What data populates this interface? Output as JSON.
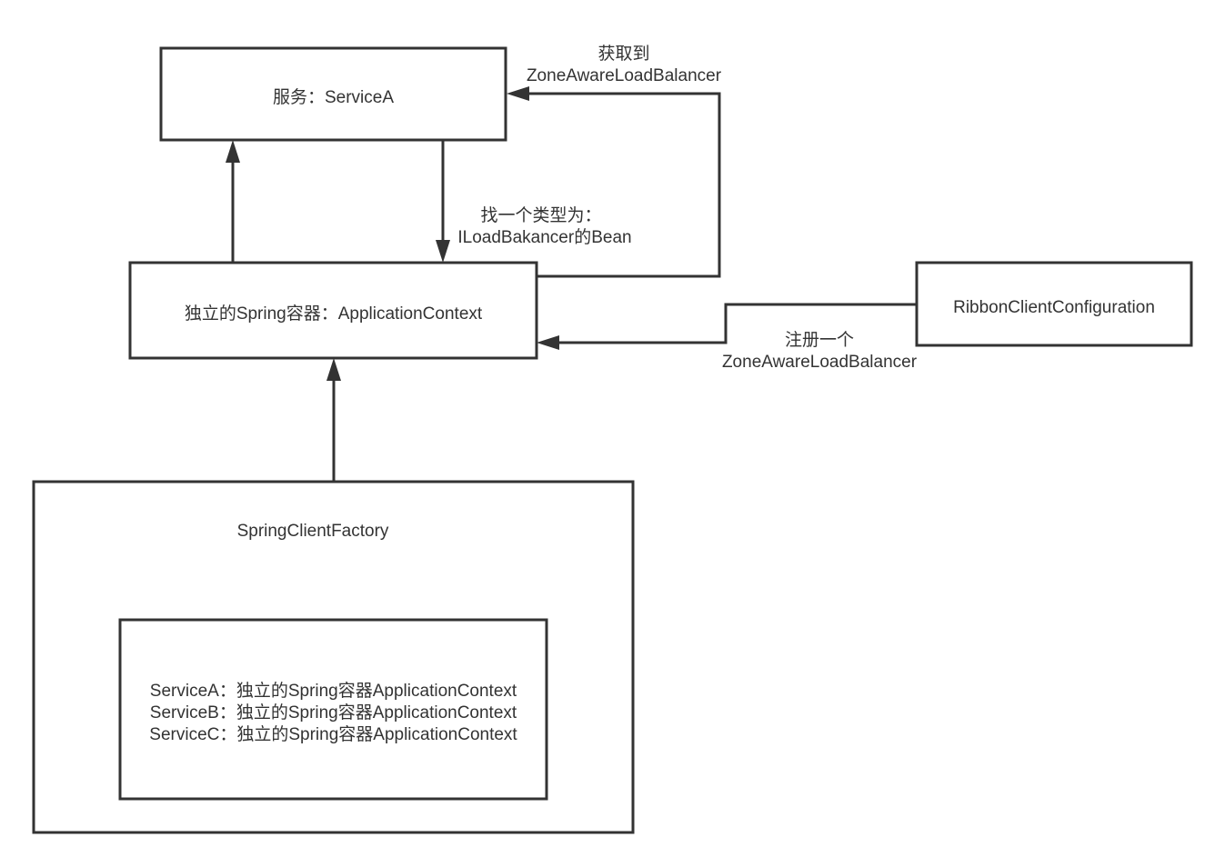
{
  "nodes": {
    "service": "服务：ServiceA",
    "context": "独立的Spring容器：ApplicationContext",
    "ribbon": "RibbonClientConfiguration",
    "factory": "SpringClientFactory",
    "inner_lines": [
      "ServiceA：独立的Spring容器ApplicationContext",
      "ServiceB：独立的Spring容器ApplicationContext",
      "ServiceC：独立的Spring容器ApplicationContext"
    ]
  },
  "edges": {
    "find_bean": [
      "找一个类型为：",
      "ILoadBakancer的Bean"
    ],
    "obtained": [
      "获取到",
      "ZoneAwareLoadBalancer"
    ],
    "register": [
      "注册一个",
      "ZoneAwareLoadBalancer"
    ]
  }
}
